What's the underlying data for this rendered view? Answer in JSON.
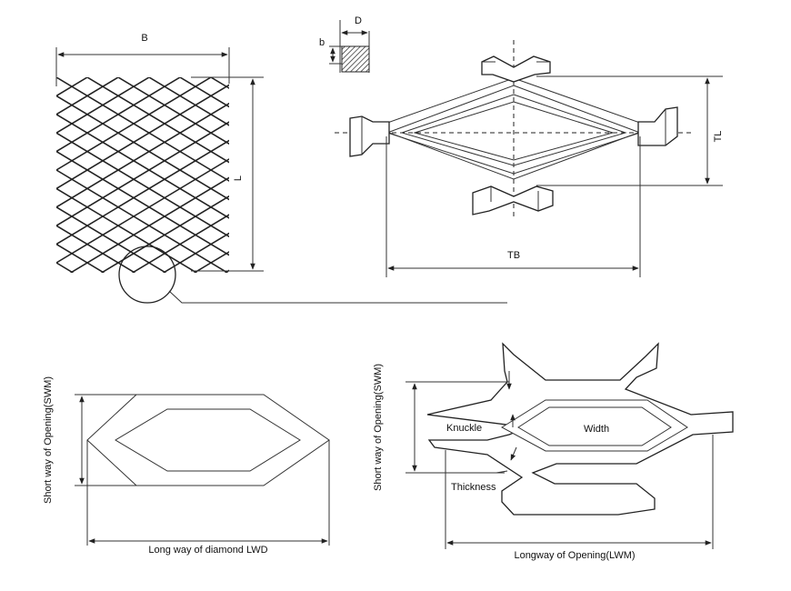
{
  "labels": {
    "b_width": "B",
    "l_length": "L",
    "d_depth": "D",
    "b_small": "b",
    "tl": "TL",
    "tb": "TB",
    "swm_left": "Short way of Opening(SWM)",
    "lwd": "Long way of diamond LWD",
    "swm_right": "Short way of Opening(SWM)",
    "knuckle": "Knuckle",
    "width": "Width",
    "thickness": "Thickness",
    "lwm": "Longway of Opening(LWM)"
  }
}
